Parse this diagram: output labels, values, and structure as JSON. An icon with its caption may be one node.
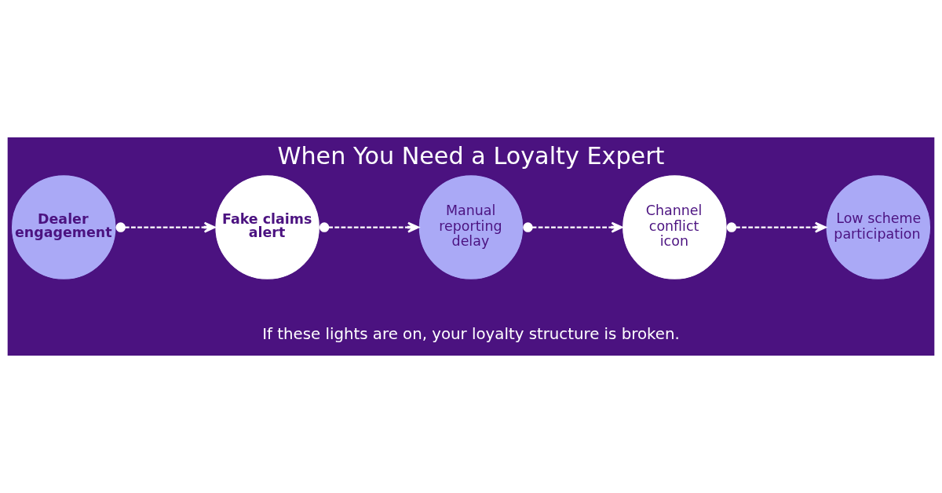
{
  "diagram": {
    "title": "When You Need a Loyalty Expert",
    "caption": "If these lights are on, your loyalty structure is broken.",
    "nodes": [
      {
        "text": [
          "Dealer engagement"
        ]
      },
      {
        "text": [
          "Fake claims alert"
        ]
      },
      {
        "text": [
          "Manual reporting delay"
        ]
      },
      {
        "text": [
          "Channel conflict icon"
        ]
      },
      {
        "text": [
          "Low scheme participation"
        ]
      }
    ],
    "edges": [
      {
        "from": 0,
        "to": 1,
        "arrow": "to",
        "style": "dashed"
      },
      {
        "from": 1,
        "to": 2,
        "arrow": "to",
        "style": "dashed"
      },
      {
        "from": 2,
        "to": 3,
        "arrow": "to",
        "style": "dashed"
      },
      {
        "from": 3,
        "to": 4,
        "arrow": "to",
        "style": "dashed"
      }
    ]
  }
}
